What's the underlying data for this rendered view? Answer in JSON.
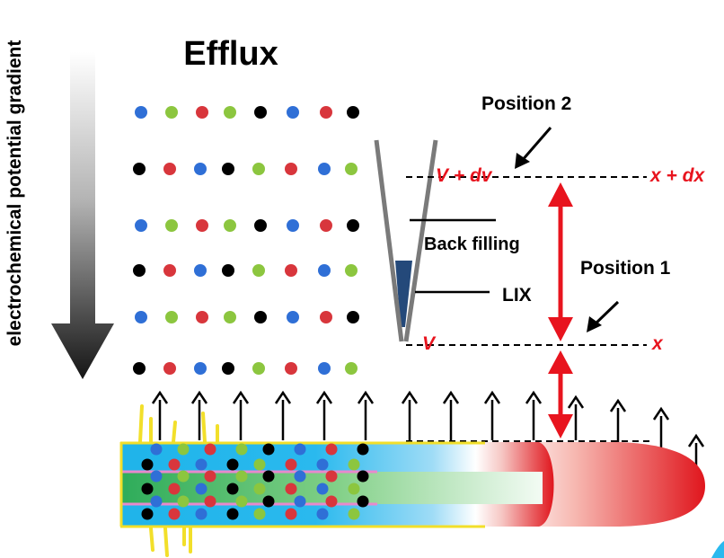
{
  "title": "Efflux",
  "gradient_label": "electrochemical potential gradient",
  "labels": {
    "position1": "Position 1",
    "position2": "Position 2",
    "back_filling": "Back filling",
    "lix": "LIX",
    "v": "V",
    "v_dv": "V + dv",
    "x": "x",
    "x_dx": "x + dx"
  },
  "colors": {
    "blue": "#2f6fd6",
    "green": "#8cc63f",
    "red": "#d8363c",
    "black": "#000000",
    "accent_red": "#e8141e",
    "lix_fill": "#24497a",
    "root_blue": "#1fb4ea",
    "root_green": "#2eac5a",
    "root_tip_red": "#e0161d",
    "root_edge_yellow": "#f2df2a",
    "root_stripe_pink": "#e889cc"
  },
  "ion_rows": [
    [
      "blue",
      "green",
      "red",
      "green",
      "black",
      "blue",
      "red",
      "black"
    ],
    [
      "black",
      "red",
      "blue",
      "black",
      "green",
      "red",
      "blue",
      "green"
    ],
    [
      "blue",
      "green",
      "red",
      "green",
      "black",
      "blue",
      "red",
      "black"
    ],
    [
      "black",
      "red",
      "blue",
      "black",
      "green",
      "red",
      "blue",
      "green"
    ],
    [
      "blue",
      "green",
      "red",
      "green",
      "black",
      "blue",
      "red",
      "black"
    ],
    [
      "black",
      "red",
      "blue",
      "black",
      "green",
      "red",
      "blue",
      "green"
    ]
  ],
  "root_ion_rows": [
    [
      "blue",
      "green",
      "red",
      "green",
      "black",
      "blue",
      "red",
      "black"
    ],
    [
      "black",
      "red",
      "blue",
      "black",
      "green",
      "red",
      "blue",
      "green"
    ],
    [
      "blue",
      "green",
      "red",
      "green",
      "black",
      "blue",
      "red",
      "black"
    ],
    [
      "black",
      "red",
      "blue",
      "black",
      "green",
      "red",
      "blue",
      "green"
    ],
    [
      "blue",
      "green",
      "red",
      "green",
      "black",
      "blue",
      "red",
      "black"
    ],
    [
      "black",
      "red",
      "blue",
      "black",
      "green",
      "red",
      "blue",
      "green"
    ]
  ]
}
